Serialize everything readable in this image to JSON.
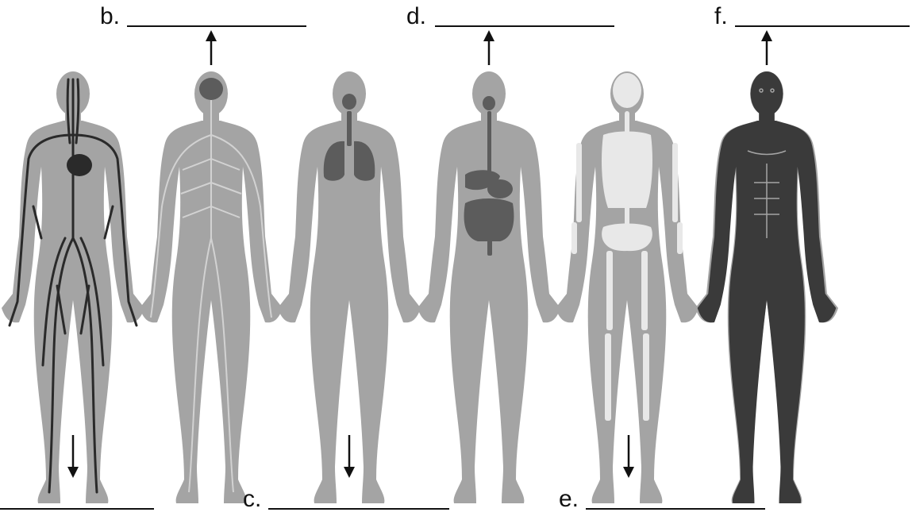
{
  "labels": [
    {
      "id": "a",
      "text": ""
    },
    {
      "id": "b",
      "text": "b."
    },
    {
      "id": "c",
      "text": "c."
    },
    {
      "id": "d",
      "text": "d."
    },
    {
      "id": "e",
      "text": "e."
    },
    {
      "id": "f",
      "text": "f."
    }
  ],
  "figures": [
    {
      "system": "circulatory",
      "label": "a"
    },
    {
      "system": "nervous",
      "label": "b"
    },
    {
      "system": "respiratory",
      "label": "c"
    },
    {
      "system": "digestive",
      "label": "d"
    },
    {
      "system": "skeletal",
      "label": "e"
    },
    {
      "system": "muscular",
      "label": "f"
    }
  ],
  "colors": {
    "body": "#a4a4a4",
    "vessel": "#2a2a2a",
    "organ": "#5c5c5c",
    "bone": "#e8e8e8",
    "muscle": "#3a3a3a",
    "nerve": "#d2d2d2",
    "line": "#111111"
  }
}
